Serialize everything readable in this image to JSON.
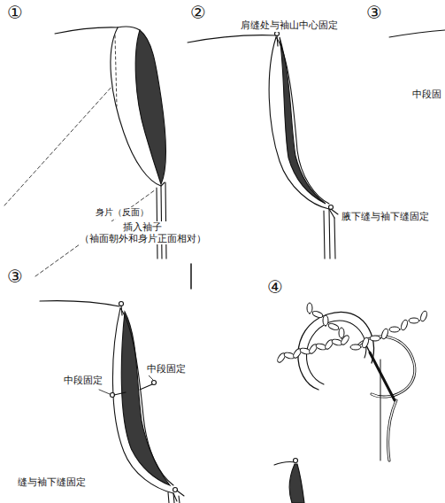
{
  "diagram": {
    "labels": [
      "①",
      "②",
      "③",
      "肩缝处与袖山中心固定",
      "中段固",
      "腋下缝与袖下缝固定",
      "身片（反面）",
      "插入袖子 （袖面朝外和身片正面相对）",
      "③",
      "中段固定",
      "中段固定",
      "缝与袖下缝固定",
      "④"
    ]
  }
}
